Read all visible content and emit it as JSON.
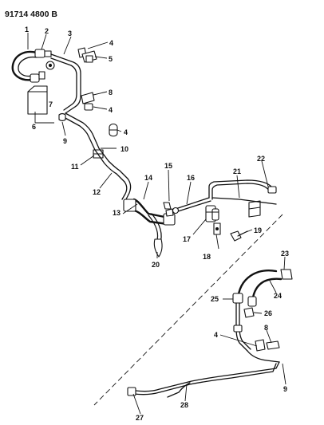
{
  "drawing_code": "91714 4800 B",
  "callouts": [
    "1",
    "2",
    "3",
    "4",
    "5",
    "6",
    "7",
    "8",
    "4",
    "4",
    "9",
    "10",
    "11",
    "12",
    "13",
    "14",
    "15",
    "16",
    "17",
    "18",
    "19",
    "20",
    "21",
    "22",
    "23",
    "24",
    "25",
    "26",
    "4",
    "8",
    "9",
    "27",
    "28"
  ]
}
